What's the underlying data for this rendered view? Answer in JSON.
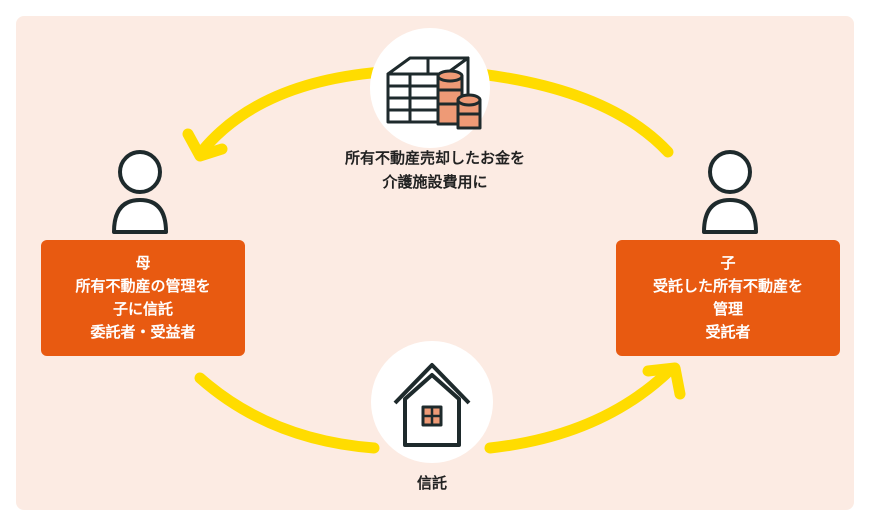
{
  "colors": {
    "panel": "#fcebe3",
    "box": "#e85a11",
    "arrow": "#ffdc00",
    "outline": "#1e2a2c",
    "accent": "#ee9a76"
  },
  "icons": {
    "money": "money-stack-coins-icon",
    "house": "house-icon",
    "person": "person-icon"
  },
  "top": {
    "caption_line1": "所有不動産売却したお金を",
    "caption_line2": "介護施設費用に"
  },
  "left_box": {
    "line1": "母",
    "line2": "所有不動産の管理を",
    "line3": "子に信託",
    "line4": "委託者・受益者"
  },
  "right_box": {
    "line1": "子",
    "line2": "受託した所有不動産を",
    "line3": "管理",
    "line4": "受託者"
  },
  "bottom": {
    "label": "信託"
  }
}
